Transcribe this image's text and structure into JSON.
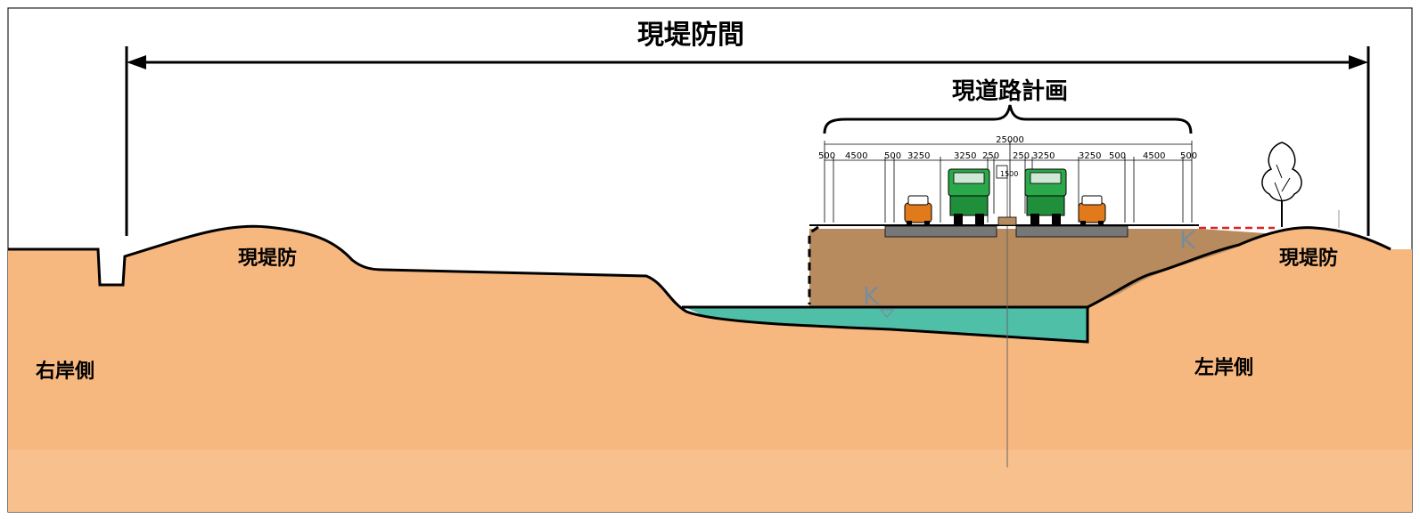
{
  "labels": {
    "gap_between_levees": "現堤防間",
    "road_plan": "現道路計画",
    "right_levee": "現堤防",
    "left_levee": "現堤防",
    "right_bank": "右岸側",
    "left_bank": "左岸側",
    "k_left": "K",
    "k_right": "K"
  },
  "road_dimensions": {
    "total": "25000",
    "segments": [
      "500",
      "4500",
      "500",
      "3250",
      "3250",
      "250",
      "250",
      "3250",
      "3250",
      "500",
      "4500",
      "500"
    ],
    "median": "1500"
  },
  "colors": {
    "ground": "#f7b880",
    "embankment": "#b88b5e",
    "water": "#4fbfa8",
    "truck": "#2aa84a",
    "car": "#e07a1a",
    "outline": "#000000"
  }
}
